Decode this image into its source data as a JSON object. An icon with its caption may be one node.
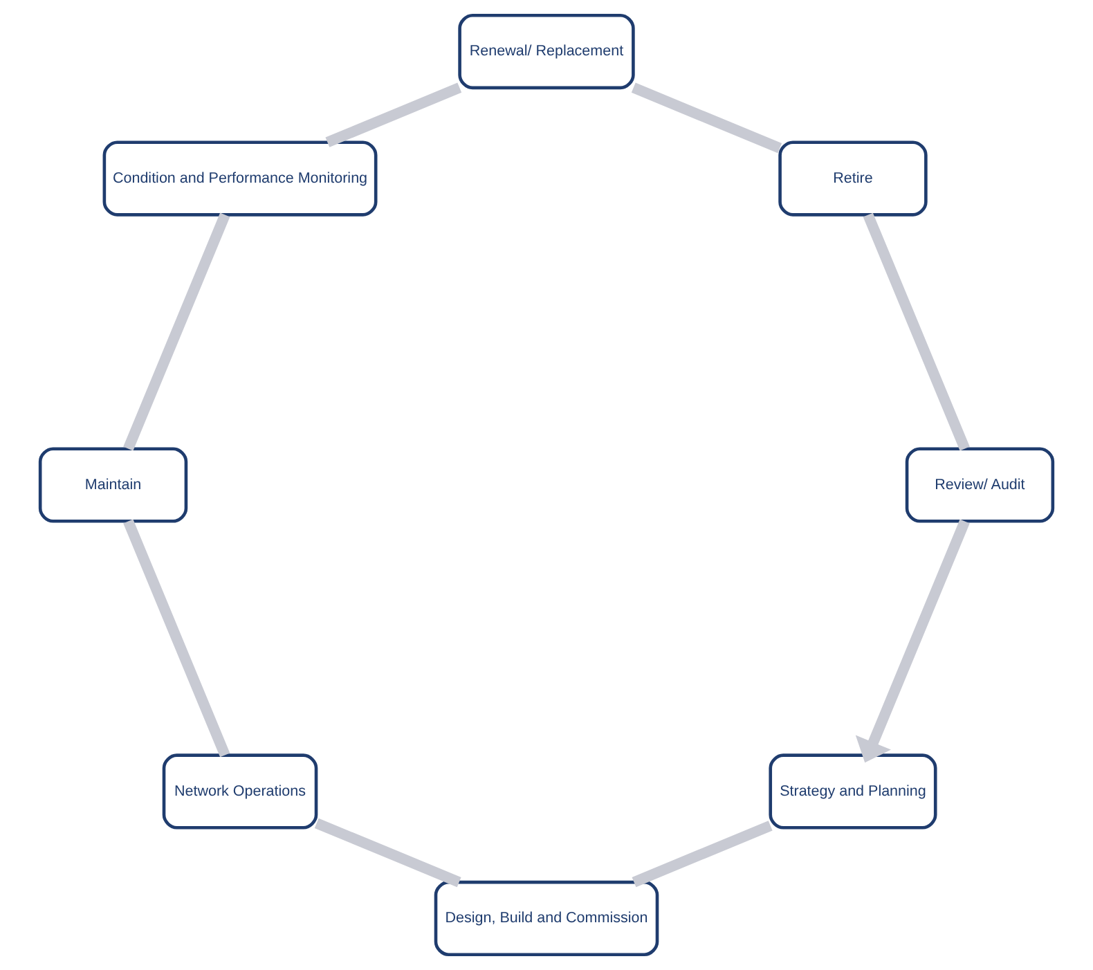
{
  "diagram": {
    "nodes": [
      {
        "text": [
          "Strategy and Planning"
        ]
      },
      {
        "text": [
          "Design, Build and Commission"
        ]
      },
      {
        "text": [
          "Network Operations"
        ]
      },
      {
        "text": [
          "Maintain"
        ]
      },
      {
        "text": [
          "Condition and Performance Monitoring"
        ]
      },
      {
        "text": [
          "Renewal/ Replacement"
        ]
      },
      {
        "text": [
          "Retire"
        ]
      },
      {
        "text": [
          "Review/ Audit"
        ]
      }
    ],
    "edges": [
      {
        "from": 0,
        "to": 1,
        "arrow": "none"
      },
      {
        "from": 1,
        "to": 2,
        "arrow": "none"
      },
      {
        "from": 2,
        "to": 3,
        "arrow": "none"
      },
      {
        "from": 3,
        "to": 4,
        "arrow": "none"
      },
      {
        "from": 4,
        "to": 5,
        "arrow": "none"
      },
      {
        "from": 5,
        "to": 6,
        "arrow": "none"
      },
      {
        "from": 6,
        "to": 7,
        "arrow": "none"
      },
      {
        "from": 7,
        "to": 0,
        "arrow": "to"
      }
    ]
  }
}
